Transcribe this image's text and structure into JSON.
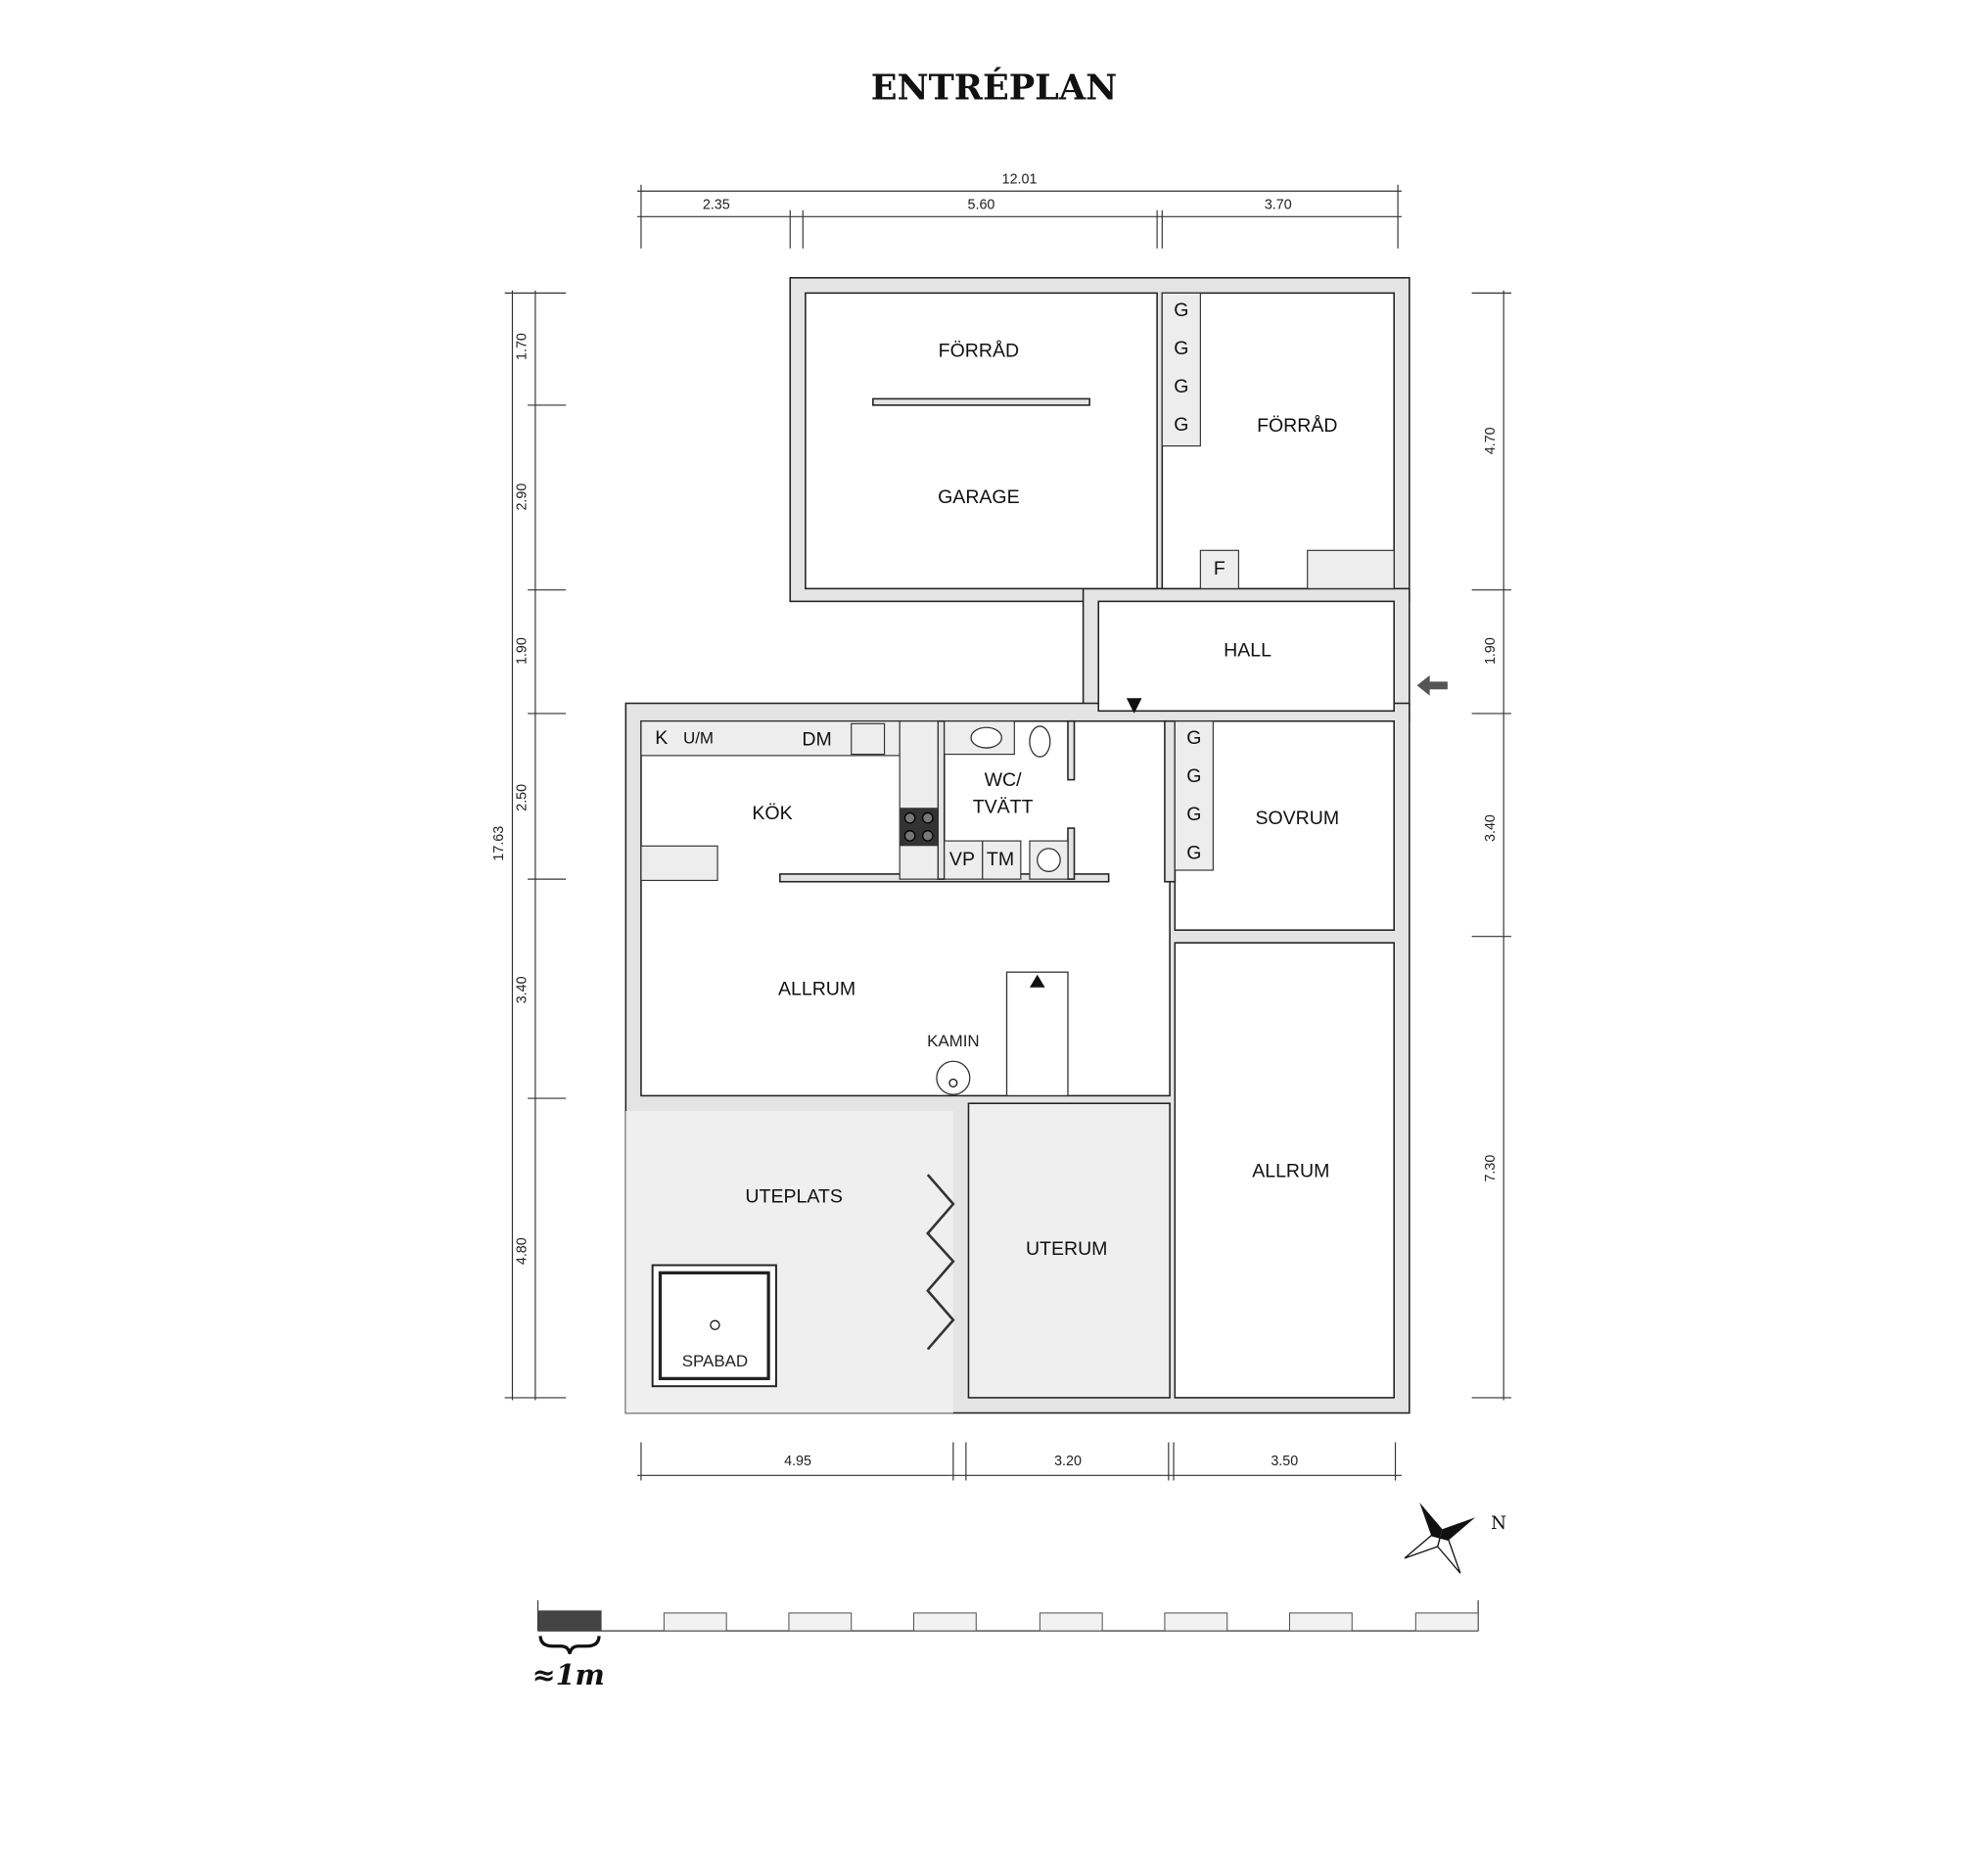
{
  "title": "ENTRÉPLAN",
  "rooms": {
    "forrad_left": "FÖRRÅD",
    "garage": "GARAGE",
    "forrad_right": "FÖRRÅD",
    "hall": "HALL",
    "kok": "KÖK",
    "wc_line1": "WC/",
    "wc_line2": "TVÄTT",
    "sovrum": "SOVRUM",
    "allrum_left": "ALLRUM",
    "kamin": "KAMIN",
    "allrum_right": "ALLRUM",
    "uteplats": "UTEPLATS",
    "uterum": "UTERUM",
    "spabad": "SPABAD"
  },
  "fixtures": {
    "g": "G",
    "k": "K",
    "um": "U/M",
    "dm": "DM",
    "vp": "VP",
    "tm": "TM",
    "f": "F"
  },
  "dimensions": {
    "top_total": "12.01",
    "top": [
      "2.35",
      "5.60",
      "3.70"
    ],
    "left_total": "17.63",
    "left": [
      "1.70",
      "2.90",
      "1.90",
      "2.50",
      "3.40",
      "4.80"
    ],
    "right": [
      "4.70",
      "1.90",
      "3.40",
      "7.30"
    ],
    "bottom": [
      "4.95",
      "3.20",
      "3.50"
    ]
  },
  "compass": {
    "north": "N"
  },
  "scale": {
    "label": "≈1m",
    "segments": 15
  }
}
